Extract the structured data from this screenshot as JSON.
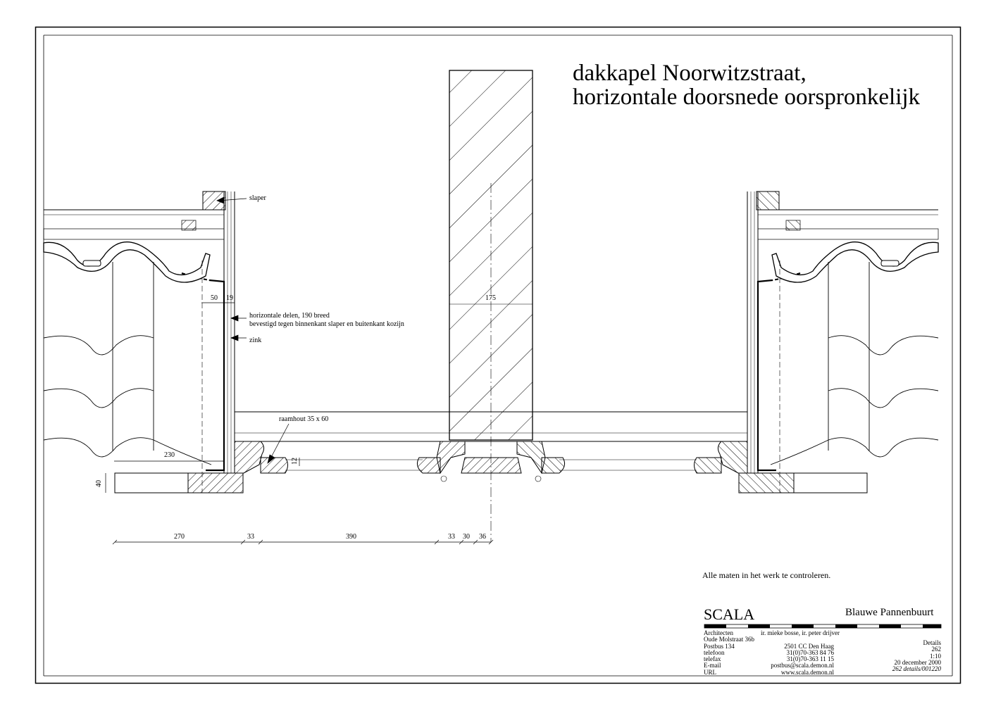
{
  "title": {
    "line1": "dakkapel Noorwitzstraat,",
    "line2": "horizontale doorsnede oorspronkelijk"
  },
  "annotations": {
    "slaper": "slaper",
    "horizontale_1": "horizontale delen, 190 breed",
    "horizontale_2": "bevestigd tegen binnenkant slaper en buitenkant kozijn",
    "zink": "zink",
    "raamhout": "raamhout 35 x 60"
  },
  "dimensions": {
    "d50": "50",
    "d19": "19",
    "d175": "175",
    "d230": "230",
    "d12": "12",
    "d40": "40",
    "bottom": [
      "270",
      "33",
      "390",
      "33",
      "30",
      "36"
    ]
  },
  "note": "Alle maten in het werk te controleren.",
  "title_block": {
    "firm": "SCALA",
    "project": "Blauwe Pannenbuurt",
    "left_labels": [
      "Architecten",
      "Oude Molstraat 36b",
      "Postbus 134",
      "telefoon",
      "telefax",
      "E-mail",
      "URL"
    ],
    "mid_values": [
      "ir. mieke bosse, ir. peter drijver",
      "",
      "2501 CC Den Haag",
      "31(0)70-363 84 76",
      "31(0)70-363 11 15",
      "postbus@scala.demon.nl",
      "www.scala.demon.nl"
    ],
    "right_values": [
      "Details",
      "262",
      "1:10",
      "20 december 2000",
      "262 details/001220"
    ]
  }
}
